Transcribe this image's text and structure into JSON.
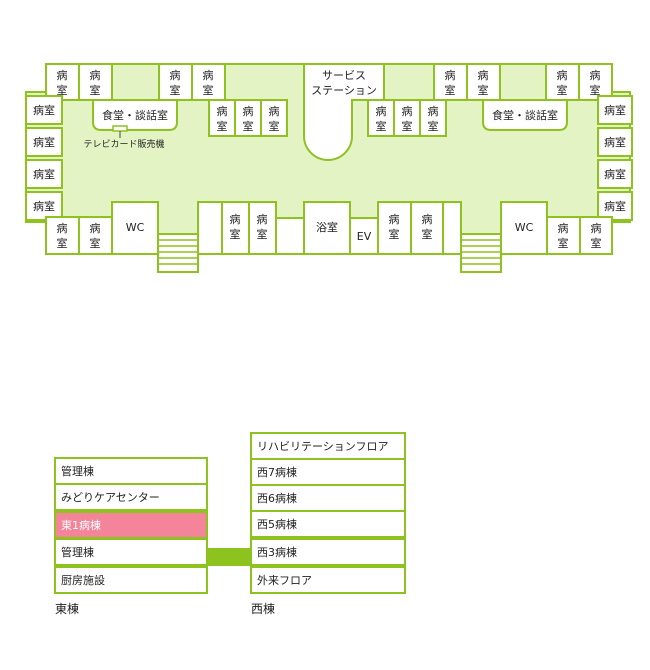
{
  "floor_plan": {
    "room": "病室",
    "room_top": "病",
    "room_bottom": "室",
    "dining_room": "食堂・談話室",
    "vending_machine": "テレビカード販売機",
    "nurse_station_line1": "サービス",
    "nurse_station_line2": "ステーション",
    "wc": "WC",
    "bath": "浴室",
    "elevator": "EV"
  },
  "colors": {
    "accent": "#8dc21f",
    "floor": "#e4f3c4",
    "active": "#f3849a"
  },
  "building_guide": {
    "east": {
      "label": "東棟",
      "floors": [
        "管理棟",
        "みどりケアセンター",
        "東1病棟",
        "管理棟",
        "厨房施設"
      ],
      "current_index": 2
    },
    "west": {
      "label": "西棟",
      "floors": [
        "リハビリテーションフロア",
        "西7病棟",
        "西6病棟",
        "西5病棟",
        "西3病棟",
        "外来フロア"
      ]
    }
  }
}
